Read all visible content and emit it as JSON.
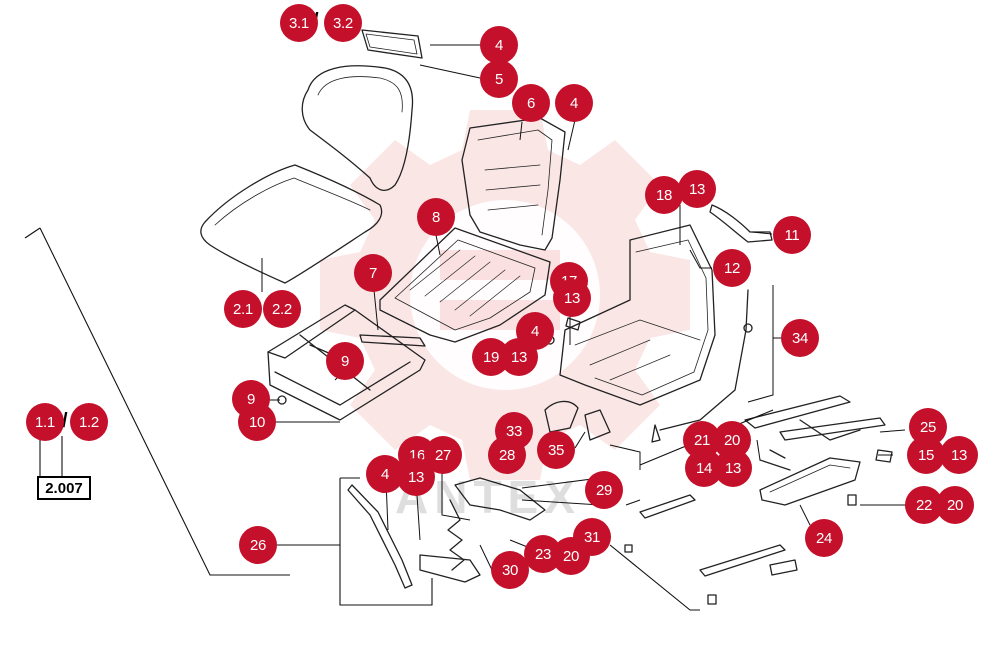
{
  "colors": {
    "callout": "#c4102a",
    "line": "#222222",
    "watermark": "#e23b3b"
  },
  "watermark_text": "ANTEX",
  "reference_box": "2.007",
  "callouts": {
    "c3_1": "3.1",
    "c3_2": "3.2",
    "c4a": "4",
    "c5": "5",
    "c6": "6",
    "c4b": "4",
    "c8": "8",
    "c18": "18",
    "c13a": "13",
    "c11": "11",
    "c12": "12",
    "c7": "7",
    "c17": "17",
    "c13b": "13",
    "c2_1": "2.1",
    "c2_2": "2.2",
    "c4c": "4",
    "c34": "34",
    "c19": "19",
    "c13c": "13",
    "c9a": "9",
    "c9b": "9",
    "c10": "10",
    "c33": "33",
    "c35": "35",
    "c21": "21",
    "c20a": "20",
    "c25": "25",
    "c1_1": "1.1",
    "c1_2": "1.2",
    "c16": "16",
    "c27": "27",
    "c28": "28",
    "c14": "14",
    "c13d": "13",
    "c15": "15",
    "c13e": "13",
    "c4d": "4",
    "c13f": "13",
    "c29": "29",
    "c22": "22",
    "c20b": "20",
    "c26": "26",
    "c31": "31",
    "c24": "24",
    "c23": "23",
    "c20c": "20",
    "c30": "30"
  }
}
